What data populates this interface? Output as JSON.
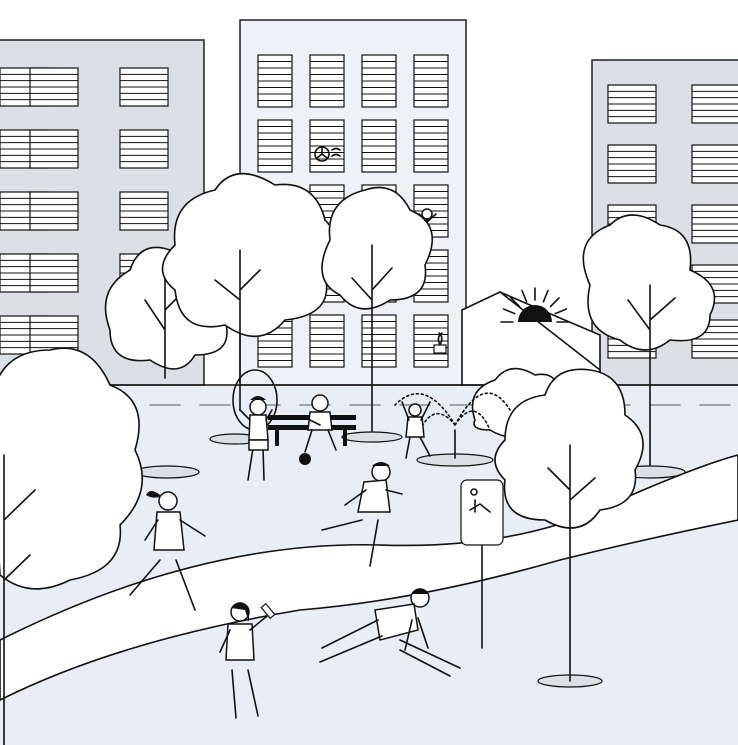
{
  "scene": {
    "title": "",
    "palette": {
      "sky": "#ffffff",
      "ground": "#e9eef6",
      "building_light": "#dcdfe3",
      "building_center": "#eef2f7",
      "outline": "#111111"
    },
    "elements": [
      "apartment-building-left",
      "apartment-building-center",
      "apartment-building-right",
      "sunset-sun",
      "hills",
      "trees",
      "park-bench",
      "water-fountain",
      "info-sign-board",
      "person-jump-rope",
      "person-sitting-with-ball",
      "child-at-fountain",
      "person-jogging-man",
      "person-jogging-woman",
      "person-drinking-water",
      "person-doing-pushups"
    ]
  }
}
